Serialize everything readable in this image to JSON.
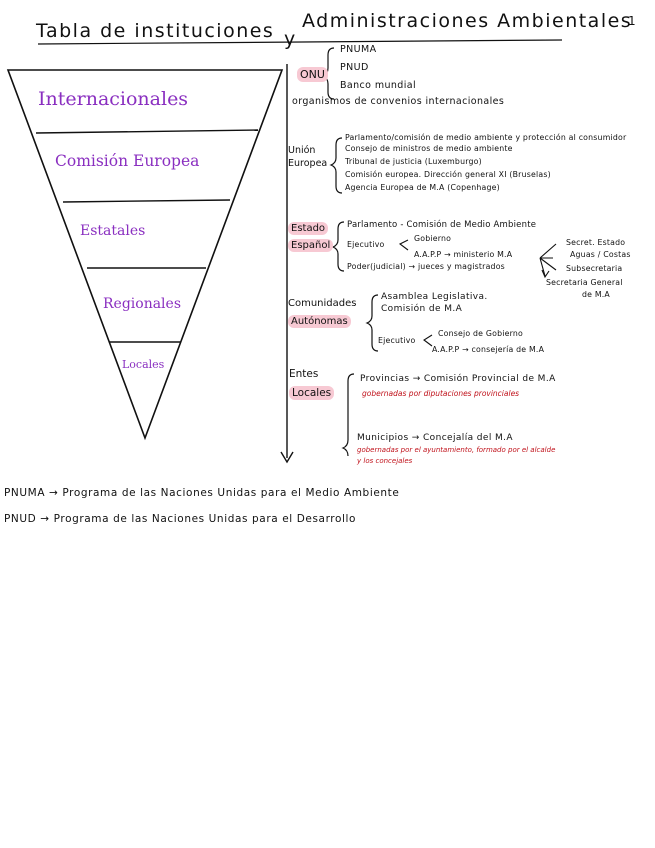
{
  "page": {
    "title_part1": "Tabla de instituciones",
    "title_y": "y",
    "title_part2": "Administraciones Ambientales",
    "page_number": "1"
  },
  "pyramid": {
    "levels": [
      "Internacionales",
      "Comisión Europea",
      "Estatales",
      "Regionales",
      "Locales"
    ],
    "color": "#8a2fc0"
  },
  "onu": {
    "label": "ONU",
    "items": [
      "PNUMA",
      "PNUD",
      "Banco mundial"
    ],
    "extra": "organismos de convenios internacionales"
  },
  "ue": {
    "label_line1": "Unión",
    "label_line2": "Europea",
    "items": [
      "Parlamento/comisión de medio ambiente y protección al consumidor",
      "Consejo de ministros de medio ambiente",
      "Tribunal de justicia (Luxemburgo)",
      "Comisión europea. Dirección general XI (Bruselas)",
      "Agencia Europea de M.A (Copenhage)"
    ]
  },
  "estado": {
    "label_line1": "Estado",
    "label_line2": "Español",
    "parlamento": "Parlamento - Comisión de Medio Ambiente",
    "ejecutivo": "Ejecutivo",
    "gobierno": "Gobierno",
    "aapp": "A.A.P.P → ministerio M.A",
    "judicial": "Poder(judicial) → jueces y magistrados",
    "secret_estado": "Secret. Estado",
    "aguas_costas": "Aguas / Costas",
    "subsecretaria": "Subsecretaria",
    "secretaria_general_1": "Secretaria General",
    "secretaria_general_2": "de M.A"
  },
  "ccaa": {
    "label_line1": "Comunidades",
    "label_line2": "Autónomas",
    "asamblea": "Asamblea Legislativa.",
    "comision": "Comisión de M.A",
    "ejecutivo": "Ejecutivo",
    "consejo": "Consejo de Gobierno",
    "aapp": "A.A.P.P → consejería de M.A"
  },
  "locales": {
    "label_line1": "Entes",
    "label_line2": "Locales",
    "provincias": "Provincias → Comisión Provincial de M.A",
    "provincias_note": "gobernadas por diputaciones provinciales",
    "municipios": "Municipios → Concejalía del M.A",
    "municipios_note_1": "gobernadas por el ayuntamiento, formado por el alcalde",
    "municipios_note_2": "y los concejales"
  },
  "footnotes": [
    "PNUMA → Programa de las Naciones Unidas para el Medio Ambiente",
    "PNUD → Programa de las Naciones Unidas para el Desarrollo"
  ],
  "colors": {
    "highlight": "#f7c9d3",
    "note_red": "#c0121b",
    "purple": "#8a2fc0"
  }
}
